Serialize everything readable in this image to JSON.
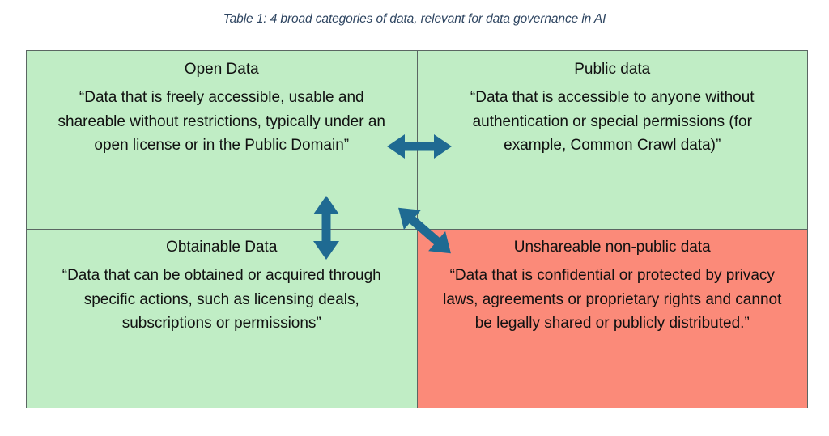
{
  "figure": {
    "caption": "Table 1: 4 broad categories of data, relevant for data governance in AI",
    "colors": {
      "caption_text": "#2E4561",
      "cell_green": "#C0EDC5",
      "cell_red": "#FB8A79",
      "border": "#5B6663",
      "arrow": "#1F6A92",
      "body_text": "#111111",
      "page_background": "#FFFFFF"
    }
  },
  "quadrants": [
    {
      "id": "open-data",
      "title": "Open Data",
      "definition": "“Data that is freely accessible, usable and shareable without restrictions, typically under an open license or in the Public Domain”",
      "fill": "green",
      "position": "top-left"
    },
    {
      "id": "public-data",
      "title": "Public data",
      "definition": "“Data that is accessible to anyone without authentication or special permissions (for example, Common Crawl data)”",
      "fill": "green",
      "position": "top-right"
    },
    {
      "id": "obtainable-data",
      "title": "Obtainable Data",
      "definition": "“Data that can be obtained or acquired through specific actions, such as licensing deals, subscriptions or permissions”",
      "fill": "green",
      "position": "bottom-left"
    },
    {
      "id": "unshareable-non-public-data",
      "title": "Unshareable non-public data",
      "definition": "“Data that is confidential or protected by privacy laws, agreements or proprietary rights and cannot be legally shared or publicly distributed.”",
      "fill": "red",
      "position": "bottom-right"
    }
  ],
  "connectors": [
    {
      "id": "open-public",
      "icon": "double-arrow-horizontal-icon",
      "orientation": "horizontal",
      "connects": [
        "open-data",
        "public-data"
      ]
    },
    {
      "id": "open-obtainable",
      "icon": "double-arrow-vertical-icon",
      "orientation": "vertical",
      "connects": [
        "open-data",
        "obtainable-data"
      ]
    },
    {
      "id": "obtainable-public",
      "icon": "double-arrow-diagonal-icon",
      "orientation": "diagonal",
      "connects": [
        "obtainable-data",
        "public-data"
      ]
    }
  ]
}
